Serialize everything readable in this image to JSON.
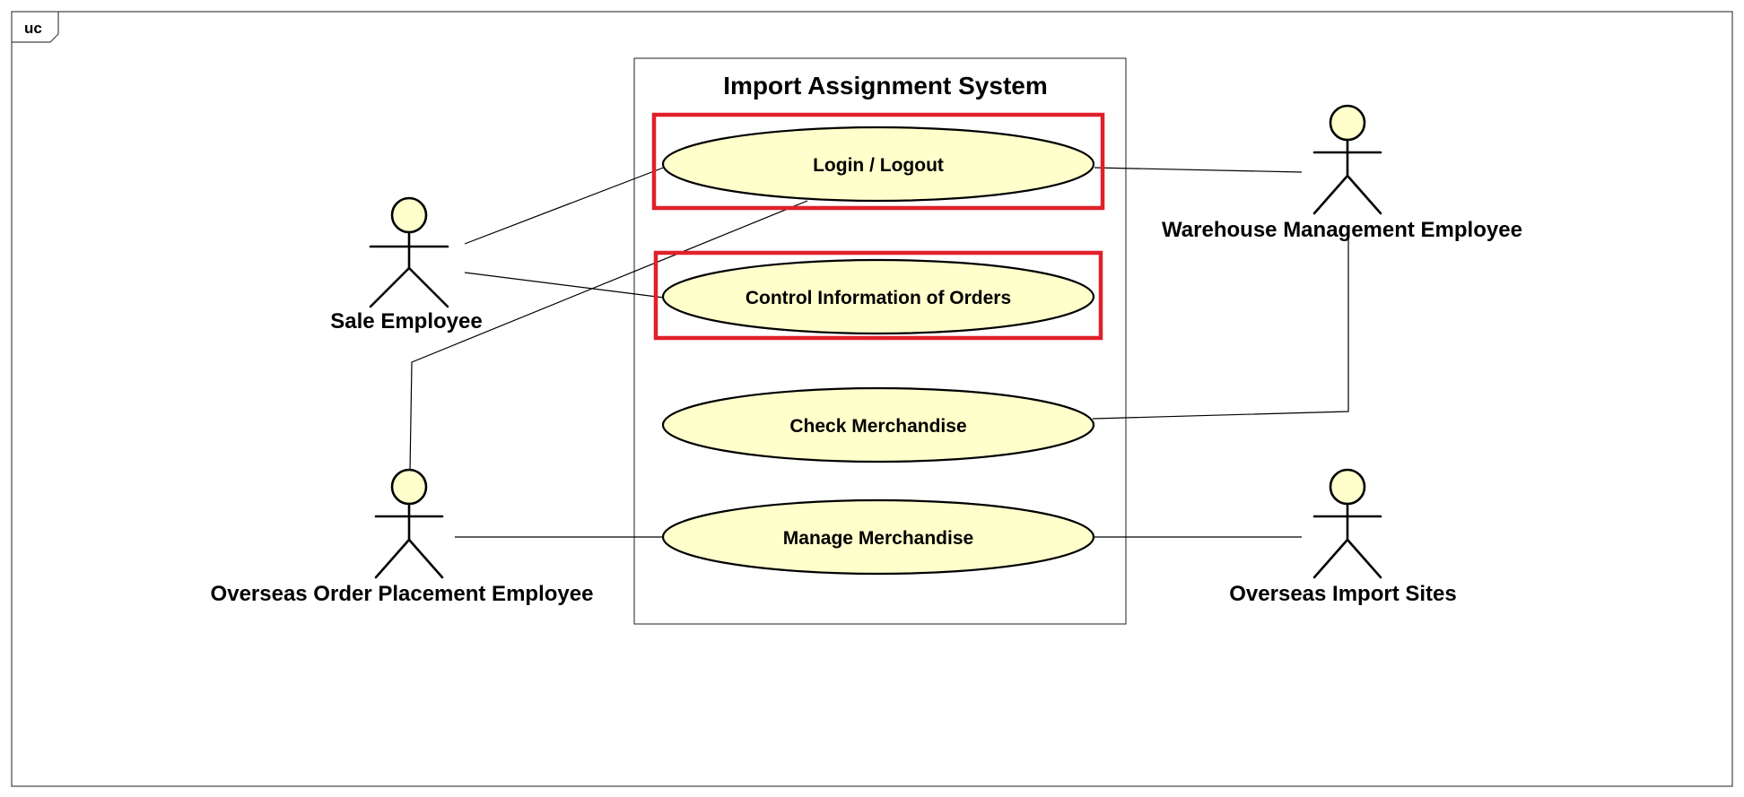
{
  "diagram": {
    "frame_tag": "uc",
    "system_title": "Import Assignment System",
    "colors": {
      "use_case_fill": "#ffffcc",
      "actor_fill": "#ffffcc",
      "highlight": "#e0202a",
      "line": "#000000"
    },
    "use_cases": [
      {
        "id": "login",
        "label": "Login / Logout",
        "highlighted": true
      },
      {
        "id": "control",
        "label": "Control Information of Orders",
        "highlighted": true
      },
      {
        "id": "check",
        "label": "Check Merchandise",
        "highlighted": false
      },
      {
        "id": "manage",
        "label": "Manage Merchandise",
        "highlighted": false
      }
    ],
    "actors": [
      {
        "id": "sale",
        "label": "Sale Employee"
      },
      {
        "id": "warehouse",
        "label": "Warehouse Management Employee"
      },
      {
        "id": "overseas_order",
        "label": "Overseas Order Placement Employee"
      },
      {
        "id": "overseas_import",
        "label": "Overseas Import Sites"
      }
    ],
    "associations": [
      {
        "actor": "sale",
        "use_case": "login"
      },
      {
        "actor": "sale",
        "use_case": "control"
      },
      {
        "actor": "warehouse",
        "use_case": "login"
      },
      {
        "actor": "warehouse",
        "use_case": "check"
      },
      {
        "actor": "overseas_order",
        "use_case": "login"
      },
      {
        "actor": "overseas_order",
        "use_case": "manage"
      },
      {
        "actor": "overseas_import",
        "use_case": "manage"
      }
    ]
  }
}
